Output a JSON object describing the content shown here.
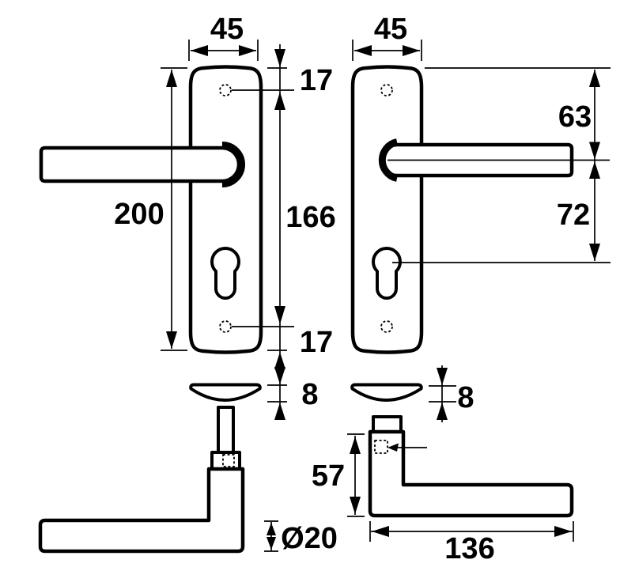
{
  "drawing": {
    "units": "mm",
    "dims": {
      "plate_width_left": "45",
      "plate_width_right": "45",
      "screw_offset_top": "17",
      "handle_axis_from_top": "63",
      "plate_height": "200",
      "screw_spacing": "166",
      "cylinder_below_axis": "72",
      "screw_offset_bottom": "17",
      "plate_thickness_left": "8",
      "plate_thickness_right": "8",
      "handle_depth": "57",
      "grip_diameter": "Ø20",
      "handle_length": "136"
    }
  }
}
